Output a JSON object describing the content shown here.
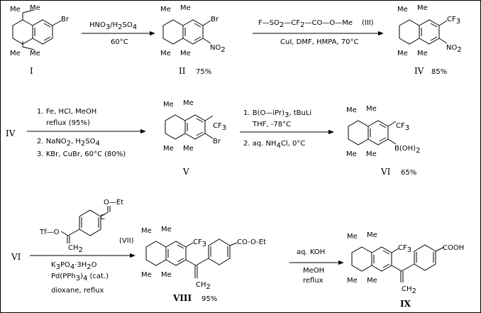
{
  "compounds": {
    "I": {
      "label": "I",
      "substituents": {
        "me_tl": "Me",
        "me_tr": "Me",
        "me_bl": "Me",
        "me_br": "Me",
        "r1": "Br"
      }
    },
    "II": {
      "label": "II",
      "yield": "75%",
      "substituents": {
        "me_tl": "Me",
        "me_tr": "Me",
        "me_bl": "Me",
        "me_br": "Me",
        "r1": "Br",
        "r2": "NO",
        "r2_sub": "2"
      }
    },
    "IV": {
      "label": "IV",
      "yield": "85%",
      "substituents": {
        "me_tl": "Me",
        "me_tr": "Me",
        "me_bl": "Me",
        "me_br": "Me",
        "r1": "CF",
        "r1_sub": "3",
        "r2": "NO",
        "r2_sub": "2"
      }
    },
    "V": {
      "label": "V",
      "substituents": {
        "me_tl": "Me",
        "me_tr": "Me",
        "me_bl": "Me",
        "me_br": "Me",
        "r1": "CF",
        "r1_sub": "3",
        "r2": "Br"
      }
    },
    "VI": {
      "label": "VI",
      "yield": "65%",
      "substituents": {
        "me_tl": "Me",
        "me_tr": "Me",
        "me_bl": "Me",
        "me_br": "Me",
        "r1": "CF",
        "r1_sub": "3",
        "r2a": "B(OH)",
        "r2_sub": "2"
      }
    },
    "VIII": {
      "label": "VIII",
      "yield": "95%",
      "substituents": {
        "me_tl": "Me",
        "me_tr": "Me",
        "me_bl": "Me",
        "me_br": "Me",
        "r1": "CF",
        "r1_sub": "3",
        "ester": "CO-O-Et",
        "vinyl": "CH",
        "vinyl_sub": "2"
      }
    },
    "IX": {
      "label": "IX",
      "substituents": {
        "me_tl": "Me",
        "me_tr": "Me",
        "me_bl": "Me",
        "me_br": "Me",
        "r1": "CF",
        "r1_sub": "3",
        "acid": "COOH",
        "vinyl": "CH",
        "vinyl_sub": "2"
      }
    }
  },
  "reactions": {
    "r1": {
      "reagent": "HNO",
      "reagent_sub1": "3",
      "reagent_mid": "/H",
      "reagent_sub2": "2",
      "reagent_end": "SO",
      "reagent_sub3": "4",
      "conditions": "60°C"
    },
    "r2": {
      "reagent": "F—SO",
      "reagent_sub1": "2",
      "reagent_mid": "—CF",
      "reagent_sub2": "2",
      "reagent_end": "—CO—O—Me",
      "reagent_label": "(III)",
      "conditions": "CuI, DMF, HMPA, 70°C"
    },
    "r3": {
      "start": "IV",
      "line1": "1. Fe, HCl, MeOH",
      "line2": "reflux (95%)",
      "line3a": "2. NaNO",
      "line3_sub": "2",
      "line3b": ", H",
      "line3_sub2": "2",
      "line3c": "SO",
      "line3_sub3": "4",
      "line4": "3. KBr, CuBr, 60°C (80%)"
    },
    "r4": {
      "line1a": "1. B(O—iPr)",
      "line1_sub": "3",
      "line1b": ", tBuLi",
      "line2": "THF, -78°C",
      "line3a": "2. aq. NH",
      "line3_sub": "4",
      "line3b": "Cl, 0°C"
    },
    "r5": {
      "start": "VI",
      "reagent_tf": "Tf—O",
      "reagent_ester": "O—Et",
      "reagent_ch2": "CH",
      "reagent_ch2_sub": "2",
      "reagent_label": "(VII)",
      "line1a": "K",
      "line1_sub1": "3",
      "line1b": "PO",
      "line1_sub2": "4",
      "line1c": "·3H",
      "line1_sub3": "2",
      "line1d": "O",
      "line2a": "Pd(PPh",
      "line2_sub": "3",
      "line2b": ")",
      "line2_sub2": "4",
      "line2c": " (cat.)",
      "line3": "dioxane, reflux"
    },
    "r6": {
      "line1": "aq. KOH",
      "line2": "MeOH",
      "line3": "reflux"
    }
  }
}
